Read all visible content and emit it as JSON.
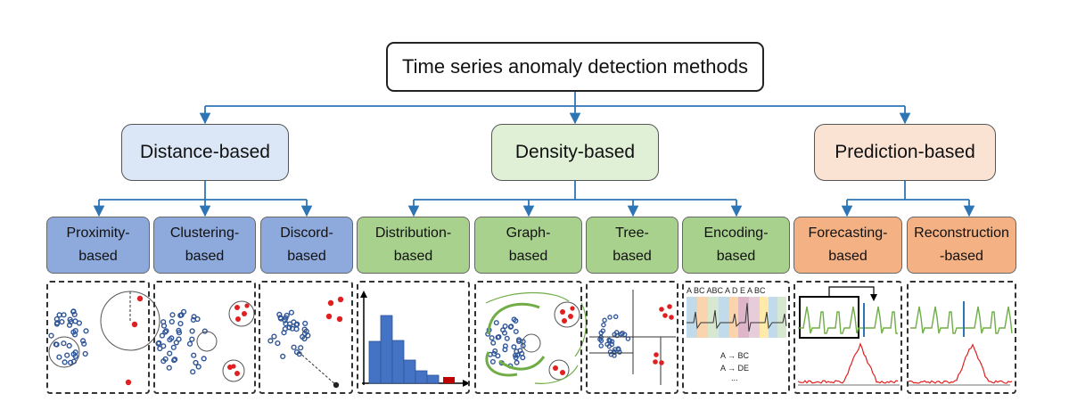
{
  "root": {
    "label": "Time series anomaly detection methods"
  },
  "categories": [
    {
      "label": "Distance-based"
    },
    {
      "label": "Density-based"
    },
    {
      "label": "Prediction-based"
    }
  ],
  "subcategories": [
    {
      "line1": "Proximity-",
      "line2": "based"
    },
    {
      "line1": "Clustering-",
      "line2": "based"
    },
    {
      "line1": "Discord-",
      "line2": "based"
    },
    {
      "line1": "Distribution-",
      "line2": "based"
    },
    {
      "line1": "Graph-",
      "line2": "based"
    },
    {
      "line1": "Tree-",
      "line2": "based"
    },
    {
      "line1": "Encoding-",
      "line2": "based"
    },
    {
      "line1": "Forecasting-",
      "line2": "based"
    },
    {
      "line1": "Reconstruction",
      "line2": "-based"
    }
  ],
  "encoding_panel": {
    "symbols": "A  BC ABC A  D   E  A BC",
    "rule1": "A →  BC",
    "rule2": "A →  DE",
    "ellipsis": "..."
  },
  "colors": {
    "connector": "#2e75b6",
    "anomaly": "#e02020",
    "normal_point": "#2f5597",
    "histogram_bar": "#4472c4",
    "histogram_anomaly": "#c00000",
    "forecast_signal": "#70ad47",
    "forecast_highlight": "#2e75b6",
    "error_signal": "#e02020"
  }
}
